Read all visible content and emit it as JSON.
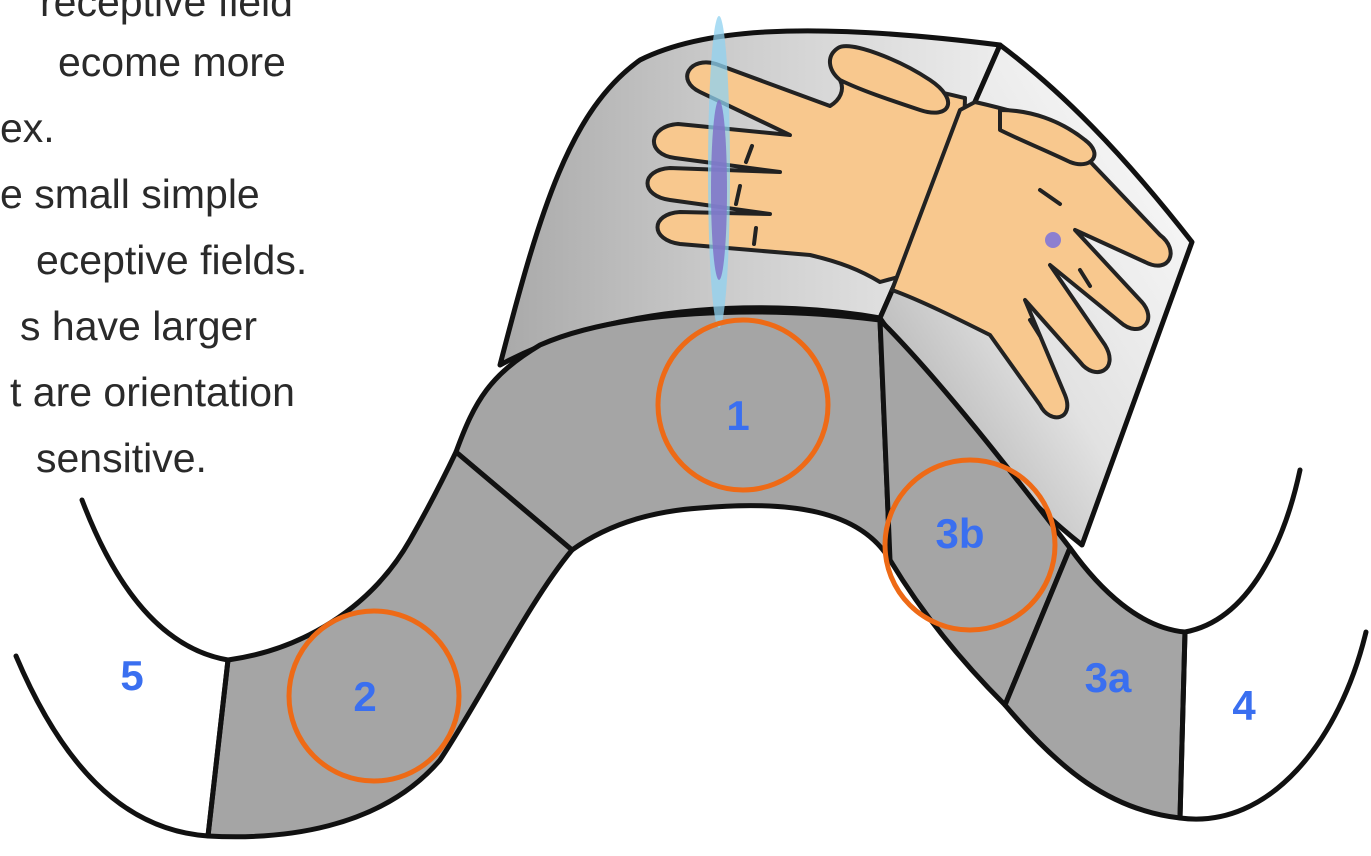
{
  "caption": {
    "lines": [
      "receptive field",
      "ecome more",
      "ex.",
      "e small simple",
      "eceptive fields.",
      "s have larger",
      "t are orientation",
      "sensitive."
    ]
  },
  "areas": {
    "1": "1",
    "2": "2",
    "3a": "3a",
    "3b": "3b",
    "4": "4",
    "5": "5"
  },
  "colors": {
    "cortex_fill": "#a5a5a5",
    "outline": "#111111",
    "receptive_field_circle": "#ee6a16",
    "area_label": "#3a6ff0",
    "skin": "#f8c88e",
    "light_blue_field": "#8fd2f0",
    "small_field": "#7f72c8"
  }
}
